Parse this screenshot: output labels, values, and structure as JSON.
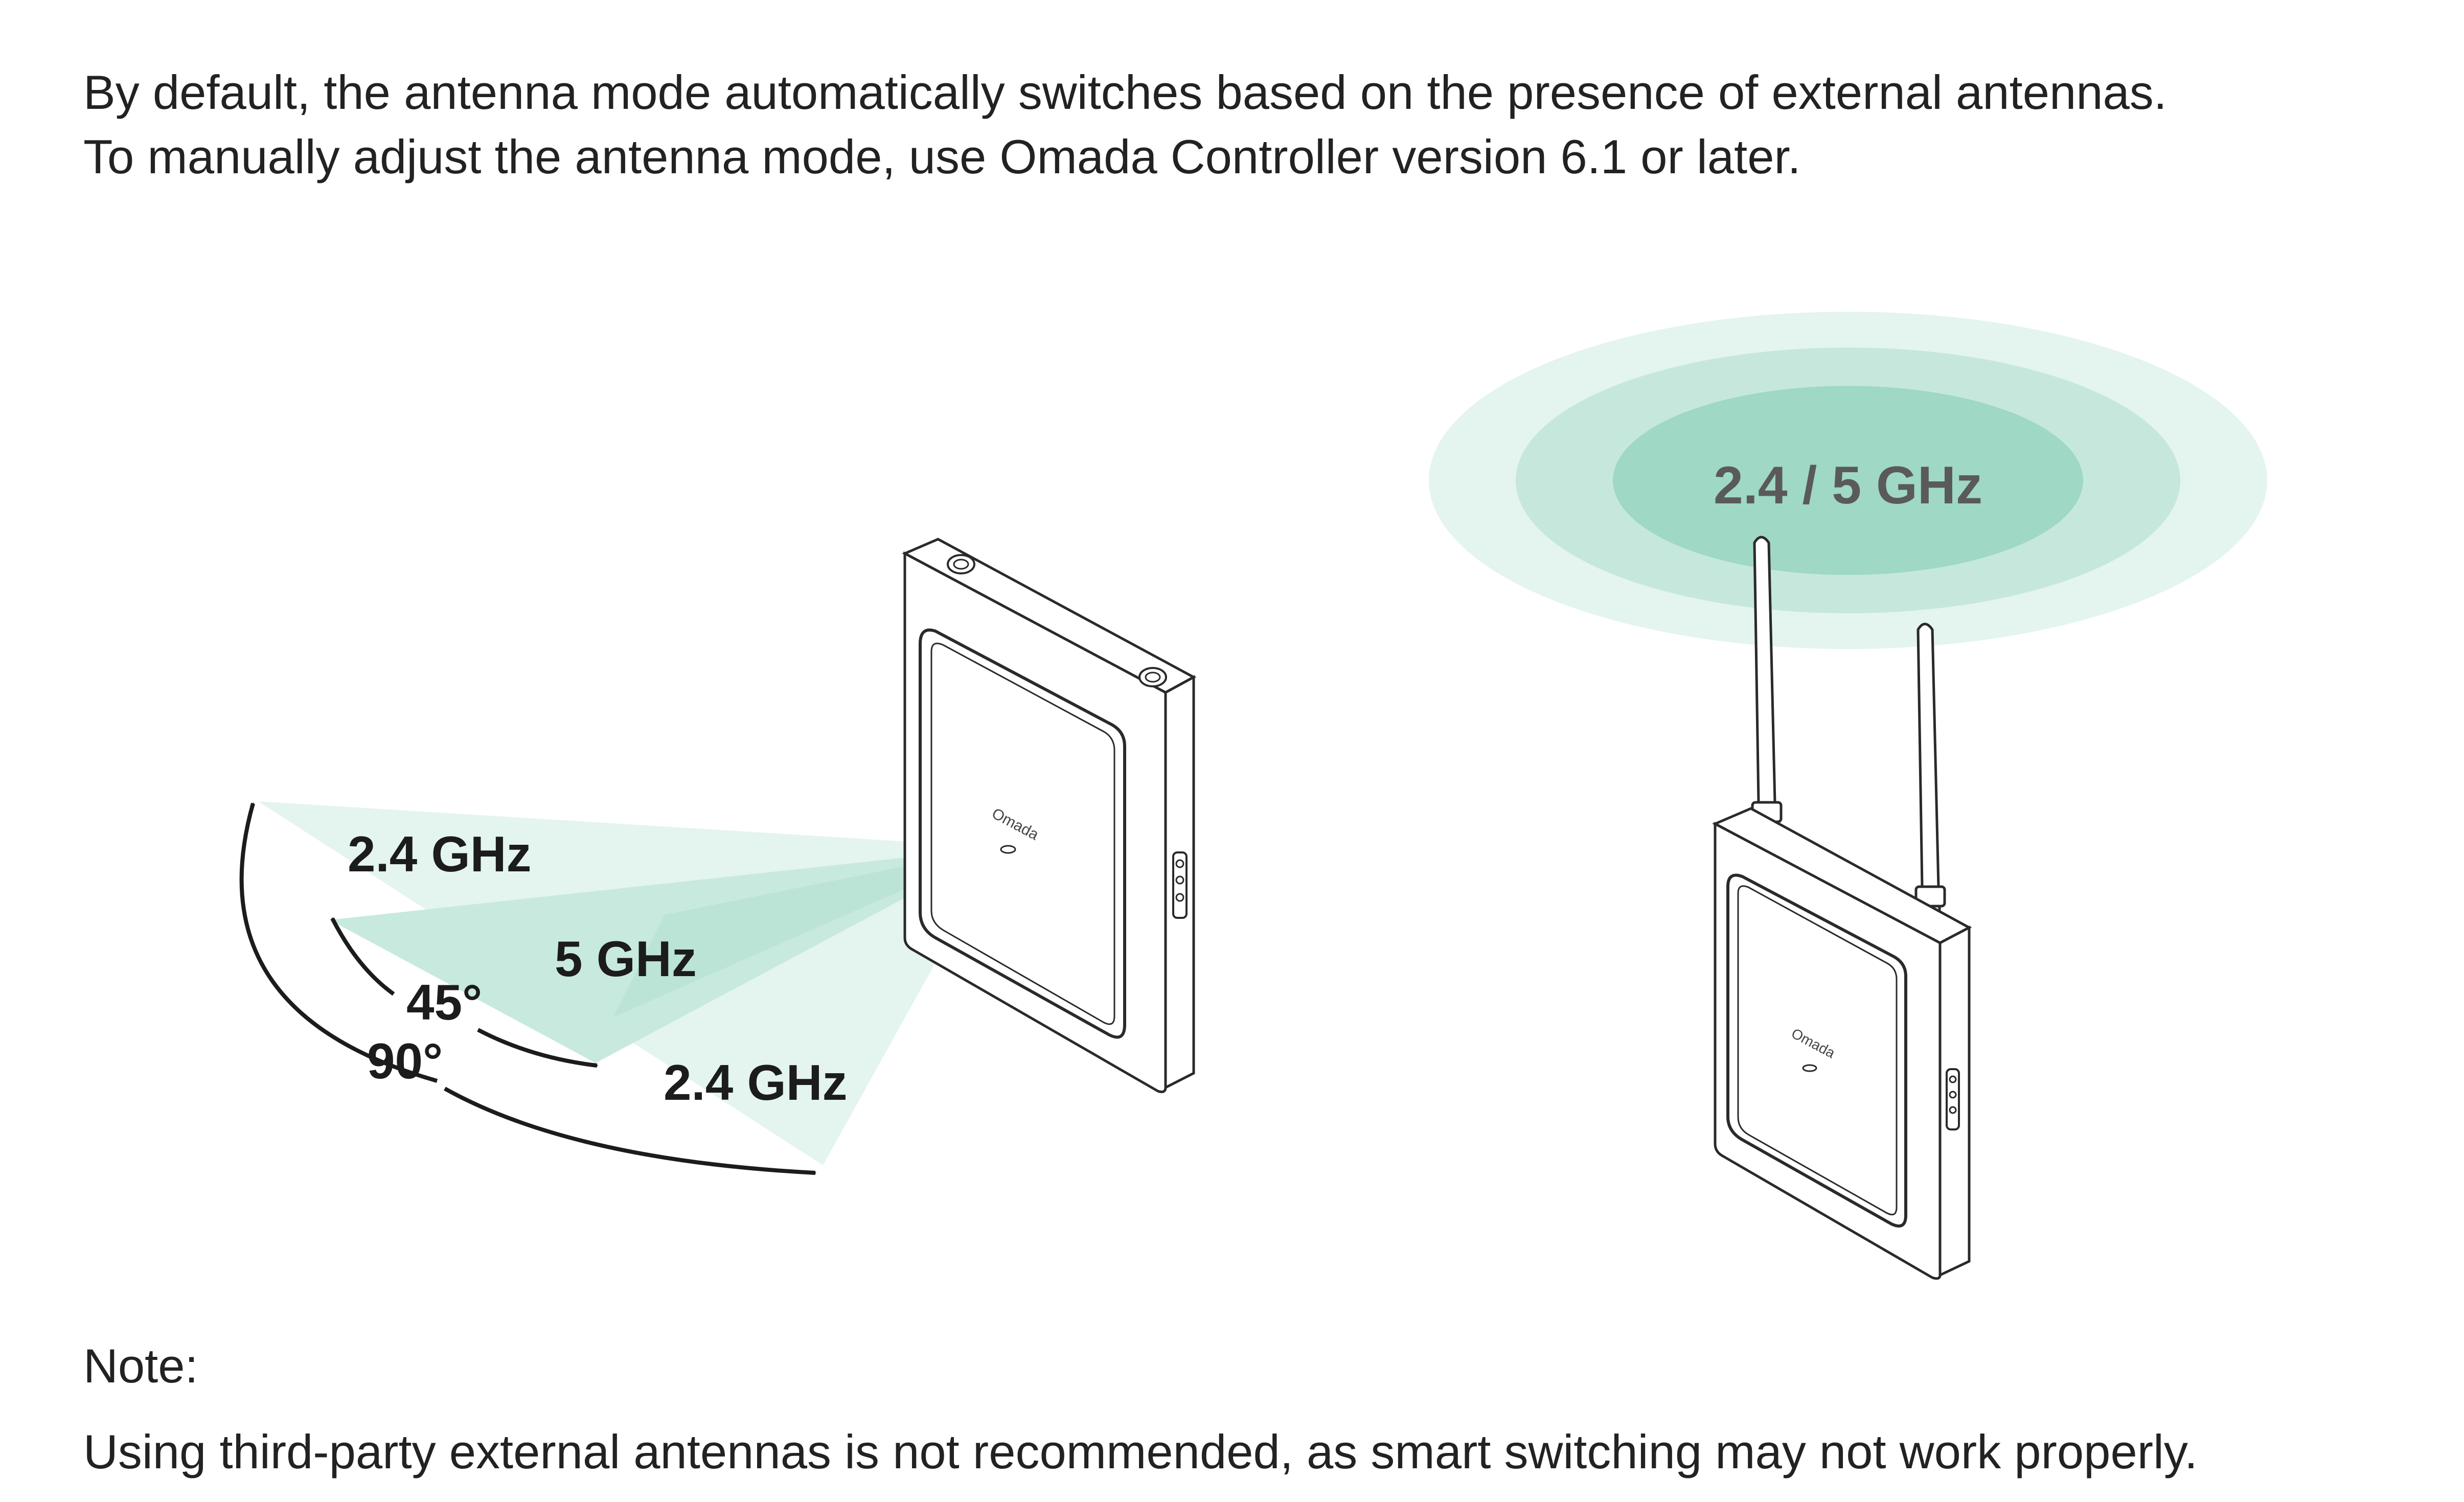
{
  "intro": {
    "line1": "By default, the antenna mode automatically switches based on the presence of external antennas.",
    "line2": "To manually adjust the antenna mode, use Omada Controller version 6.1 or later."
  },
  "left_diagram": {
    "band_upper": "2.4 GHz",
    "band_middle": "5 GHz",
    "band_lower": "2.4 GHz",
    "angle_inner": "45°",
    "angle_outer": "90°",
    "device_logo": "Omada"
  },
  "right_diagram": {
    "band_label": "2.4 / 5 GHz",
    "device_logo": "Omada"
  },
  "note": {
    "title": "Note:",
    "body": "Using third-party external antennas is not recommended, as smart switching may not work properly."
  },
  "colors": {
    "beam_light": "#e4f4ee",
    "beam_medium": "#c6e8dc",
    "beam_dark": "#9fd8c4",
    "outline": "#2a2a2a",
    "text": "#222222"
  }
}
